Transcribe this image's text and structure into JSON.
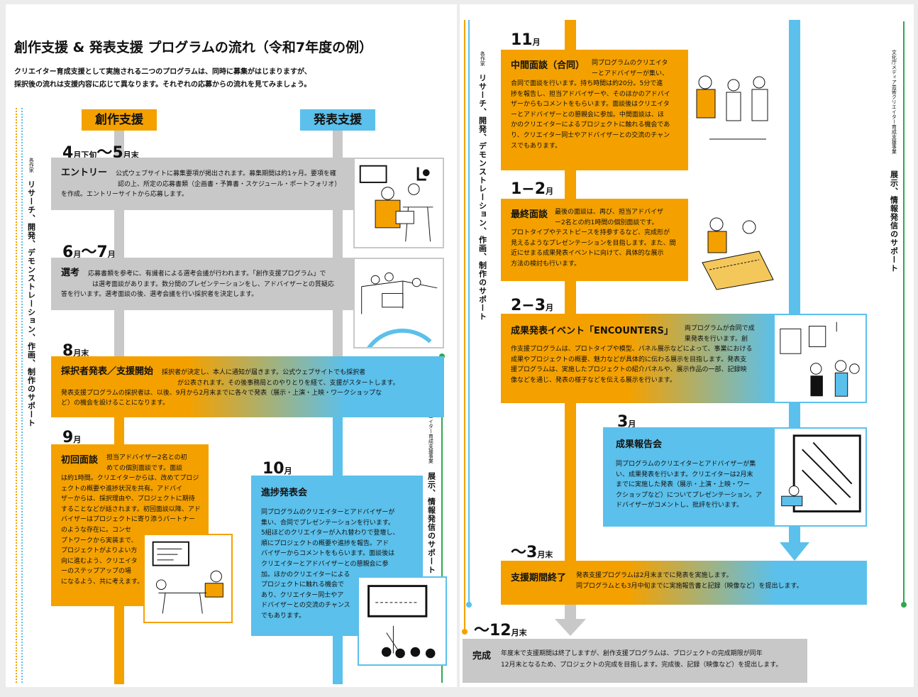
{
  "title": "創作支援 & 発表支援 プログラムの流れ（令和7年度の例）",
  "intro": [
    "クリエイター育成支援として実施される二つのプログラムは、同時に募集がはじまりますが、",
    "採択後の流れは支援内容に応じて異なります。それぞれの応募からの流れを見てみましょう。"
  ],
  "programs": {
    "create": "創作支援",
    "present": "発表支援"
  },
  "side": {
    "left_small": "各作家",
    "left_big": "リサーチ、開発、デモンストレーション、作画、制作のサポート",
    "mid_small": "文化庁メディア芸術クリエイター育成支援事業",
    "mid_big": "展示、情報発信のサポート",
    "r_small": "各作家",
    "r_big": "リサーチ、開発、デモンストレーション、作画、制作のサポート",
    "far_small": "文化庁メディア芸術クリエイター育成支援事業",
    "far_big": "展示、情報発信のサポート"
  },
  "steps": {
    "entry": {
      "date": "4",
      "date_u": "月下旬",
      "date2": "〜5",
      "date2_u": "月末",
      "title": "エントリー",
      "body1": "公式ウェブサイトに募集要項が掲出されます。募集期間は約1ヶ月。要項を確",
      "body2": "認の上、所定の応募書類（企画書・予算書・スケジュール・ポートフォリオ）",
      "body3": "を作成。エントリーサイトから応募します。"
    },
    "select": {
      "date": "6",
      "date_u": "月",
      "date2": "〜7",
      "date2_u": "月",
      "title": "選考",
      "body1": "応募書類を参考に、有識者による選考会議が行われます。「創作支援プログラム」で",
      "body2": "は選考面談があります。数分間のプレゼンテーションをし、アドバイザーとの質疑応",
      "body3": "答を行います。選考面談の後、選考会議を行い採択者を決定します。"
    },
    "announce": {
      "date": "8",
      "date_u": "月末",
      "title": "採択者発表／支援開始",
      "body1": "採択者が決定し、本人に通知が届きます。公式ウェブサイトでも採択者",
      "body2": "が公表されます。その後事務局とのやりとりを経て、支援がスタートします。",
      "body3": "発表支援プログラムの採択者は、以後、9月から2月末までに各々で発表（展示・上演・上映・ワークショップな",
      "body4": "ど）の機会を設けることになります。"
    },
    "first": {
      "date": "9",
      "date_u": "月",
      "title": "初回面談",
      "body": [
        "担当アドバイザー2名との初",
        "めての個別面談です。面談",
        "は約1時間。クリエイターからは、改めてプロジ",
        "ェクトの概要や進捗状況を共有。アドバイ",
        "ザーからは、採択理由や、プロジェクトに期待",
        "することなどが話されます。初回面談以降、アド",
        "バイザーはプロジェクトに寄り添うパートナー",
        "のような存在に。コンセ",
        "プトワークから実装まで、",
        "プロジェクトがよりよい方",
        "向に進むよう、クリエイタ",
        "ーのステップアップの場",
        "になるよう、共に考えます。"
      ]
    },
    "progress": {
      "date": "10",
      "date_u": "月",
      "title": "進捗発表会",
      "body": [
        "同プログラムのクリエイターとアドバイザーが",
        "集い、合同でプレゼンテーションを行います。",
        "5組ほどのクリエイターが入れ替わりで登壇し、",
        "順にプロジェクトの概要や進捗を報告。アド",
        "バイザーからコメントをもらいます。面談後は",
        "クリエイターとアドバイザーとの懇親会に参",
        "加。ほかのクリエイターによる",
        "プロジェクトに触れる機会で",
        "あり、クリエイター同士やア",
        "ドバイザーとの交流のチャンス",
        "でもあります。"
      ]
    },
    "mid": {
      "date": "11",
      "date_u": "月",
      "title": "中間面談（合同）",
      "body": [
        "同プログラムのクリエイタ",
        "ーとアドバイザーが集い、",
        "合同で面談を行います。持ち時間は約20分。5分で進",
        "捗を報告し、担当アドバイザーや、そのほかのアドバイ",
        "ザーからもコメントをもらいます。面談後はクリエイタ",
        "ーとアドバイザーとの懇親会に参加。中間面談は、ほ",
        "かのクリエイターによるプロジェクトに触れる機会であ",
        "り、クリエイター同士やアドバイザーとの交流のチャン",
        "スでもあります。"
      ]
    },
    "final": {
      "date": "1",
      "date_u": "月",
      "date_pre": "1−2",
      "title": "最終面談",
      "body": [
        "最後の面談は、再び、担当アドバイザ",
        "ー2名との約1時間の個別面談です。",
        "プロトタイプやテストピースを持参するなど、完成形が",
        "見えるようなプレゼンテーションを目指します。また、間",
        "近にせまる成果発表イベントに向けて、具体的な展示",
        "方法の検討も行います。"
      ]
    },
    "encounters": {
      "date": "2−3",
      "date_u": "月",
      "title": "成果発表イベント「ENCOUNTERS」",
      "body": [
        "両プログラムが合同で成",
        "果発表を行います。創",
        "作支援プログラムは、プロトタイプや模型、パネル展示などによって、事業における",
        "成果やプロジェクトの概要、魅力などが具体的に伝わる展示を目指します。発表支",
        "援プログラムは、実施したプロジェクトの紹介パネルや、展示作品の一部、記録映",
        "像などを通じ、発表の様子などを伝える展示を行います。"
      ]
    },
    "report": {
      "date": "3",
      "date_u": "月",
      "title": "成果報告会",
      "body": [
        "同プログラムのクリエイターとアドバイザーが集",
        "い、成果発表を行います。クリエイターは2月末",
        "までに実施した発表（展示・上演・上映・ワー",
        "クショップなど）についてプレゼンテーション。ア",
        "ドバイザーがコメントし、批評を行います。"
      ]
    },
    "end": {
      "date": "〜3",
      "date_u": "月末",
      "title": "支援期間終了",
      "body": [
        "発表支援プログラムは2月末までに発表を実施します。",
        "同プログラムとも3月中旬までに実施報告書と記録（映像など）を提出します。"
      ]
    },
    "complete": {
      "date": "〜12",
      "date_u": "月末",
      "title": "完成",
      "body": [
        "年度末で支援期間は終了しますが、創作支援プログラムは、プロジェクトの完成期限が同年",
        "12月末となるため、プロジェクトの完成を目指します。完成後、記録（映像など）を提出します。"
      ]
    }
  },
  "colors": {
    "orange": "#f4a100",
    "blue": "#5bc0eb",
    "gray": "#c8c8c8",
    "green": "#2fa84f"
  }
}
